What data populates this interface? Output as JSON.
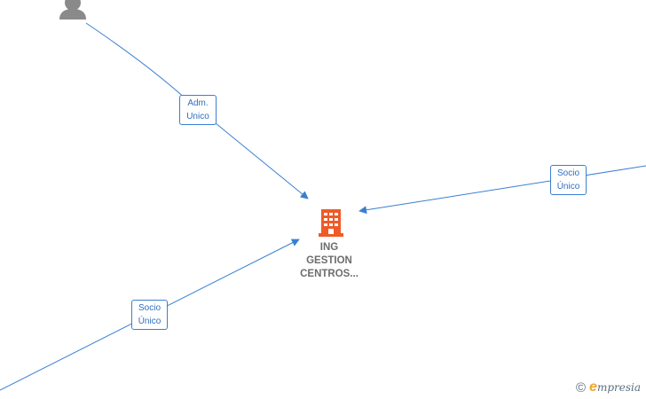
{
  "company": {
    "name_lines": [
      "ING",
      "GESTION",
      "CENTROS..."
    ],
    "icon": "building-icon",
    "icon_color": "#f05a28"
  },
  "edges": [
    {
      "label_lines": [
        "Adm.",
        "Unico"
      ]
    },
    {
      "label_lines": [
        "Socio",
        "Único"
      ]
    },
    {
      "label_lines": [
        "Socio",
        "Único"
      ]
    }
  ],
  "colors": {
    "edge": "#3a7fd0",
    "label_text": "#2f6fbd",
    "person_icon": "#8a8a8a"
  },
  "brand": {
    "copyright": "©",
    "initial": "e",
    "rest": "mpresia"
  }
}
